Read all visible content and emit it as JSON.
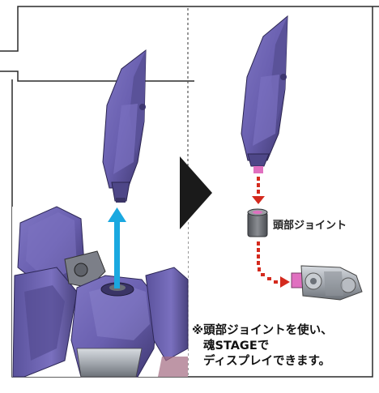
{
  "instruction_panel": {
    "joint_label": "頭部ジョイント",
    "note_lines": [
      "※頭部ジョイントを使い、",
      "魂STAGEで",
      "ディスプレイできます。"
    ]
  },
  "colors": {
    "armor_purple": "#6a60b0",
    "armor_dark": "#463e80",
    "arrow_cyan": "#1aa8e0",
    "arrow_red": "#d42a1e",
    "joint_pink": "#e070c0",
    "joint_gray": "#6b6e73",
    "stage_silver": "#a9aeb5"
  },
  "icons": {
    "assembly_arrow": "up-arrow-icon",
    "step_arrow": "right-triangle-icon",
    "attach_arrow": "dotted-arrow-icon"
  }
}
